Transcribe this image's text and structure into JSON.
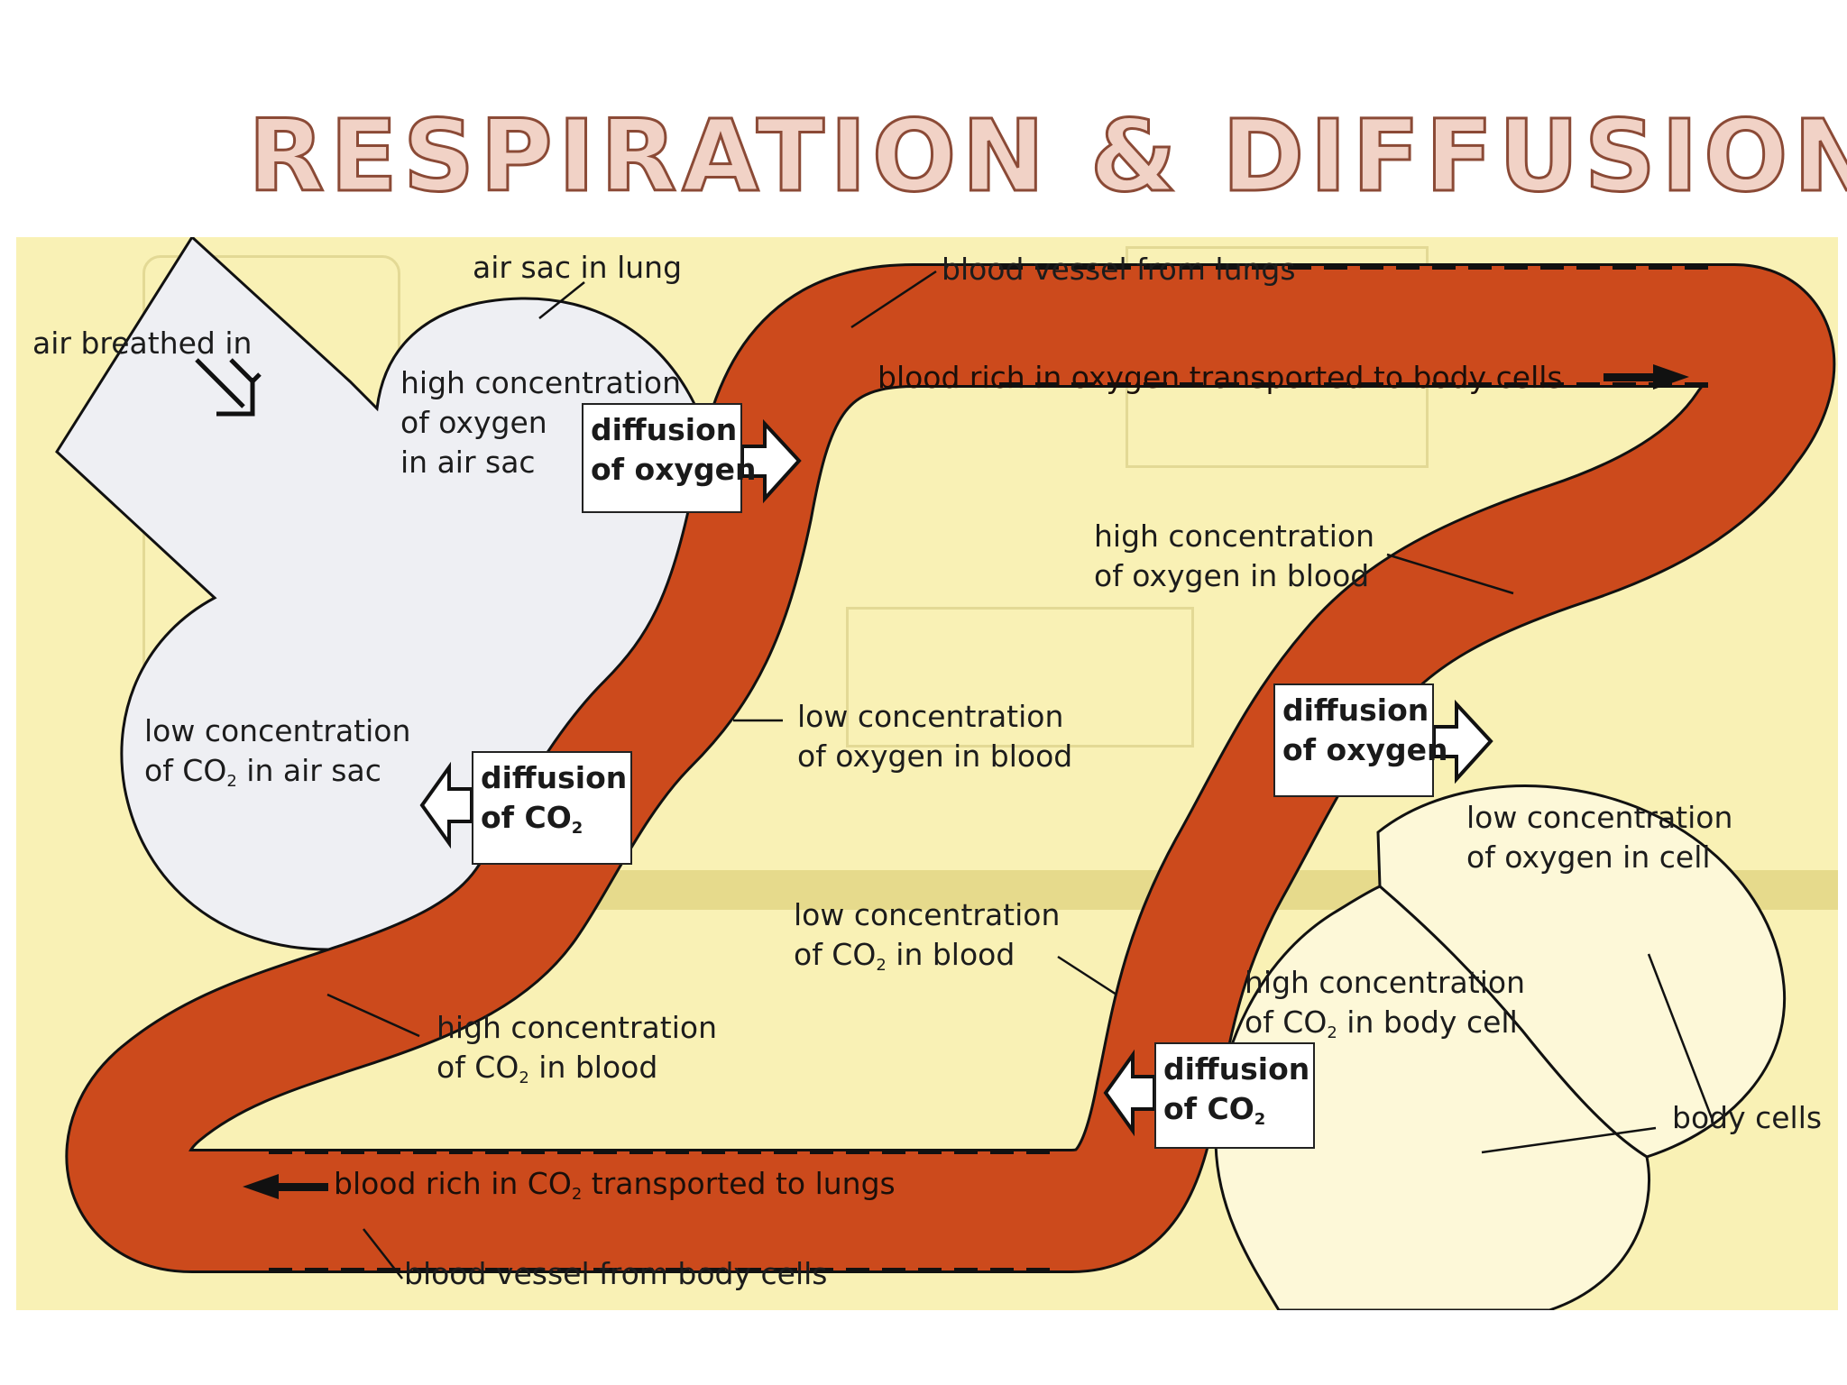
{
  "title": "RESPIRATION & DIFFUSION",
  "labels": {
    "air_sac": "air sac in lung",
    "air_breathed": "air breathed in",
    "blood_vessel_from_lungs": "blood vessel from lungs",
    "high_o2_sac_1": "high concentration",
    "high_o2_sac_2": "of oxygen",
    "high_o2_sac_3": "in air sac",
    "blood_rich_o2": "blood rich in oxygen transported to body cells",
    "high_o2_blood_1": "high concentration",
    "high_o2_blood_2": "of oxygen in blood",
    "low_co2_sac_1": "low concentration",
    "low_co2_sac_2a": "of CO",
    "low_co2_sac_2b": " in air sac",
    "low_o2_blood_1": "low concentration",
    "low_o2_blood_2": "of oxygen in blood",
    "low_o2_cell_1": "low concentration",
    "low_o2_cell_2": "of oxygen in cell",
    "low_co2_blood_1": "low concentration",
    "low_co2_blood_2a": "of CO",
    "low_co2_blood_2b": " in blood",
    "high_co2_cell_1": "high concentration",
    "high_co2_cell_2a": "of CO",
    "high_co2_cell_2b": " in body cell",
    "high_co2_blood_1": "high concentration",
    "high_co2_blood_2a": "of CO",
    "high_co2_blood_2b": " in blood",
    "body_cells": "body cells",
    "blood_rich_co2_a": "blood rich in CO",
    "blood_rich_co2_b": " transported to lungs",
    "blood_vessel_from_body": "blood vessel from body cells",
    "subscript_2": "2"
  },
  "boxes": {
    "diff_o2_line1": "diffusion",
    "diff_o2_line2": "of oxygen",
    "diff_co2_line1": "diffusion",
    "diff_co2_line2": "of CO"
  },
  "colors": {
    "vessel": "#cc4a1c",
    "background": "#f9f1b5",
    "sac": "#eeeff3",
    "cell": "#fdf8d8"
  }
}
